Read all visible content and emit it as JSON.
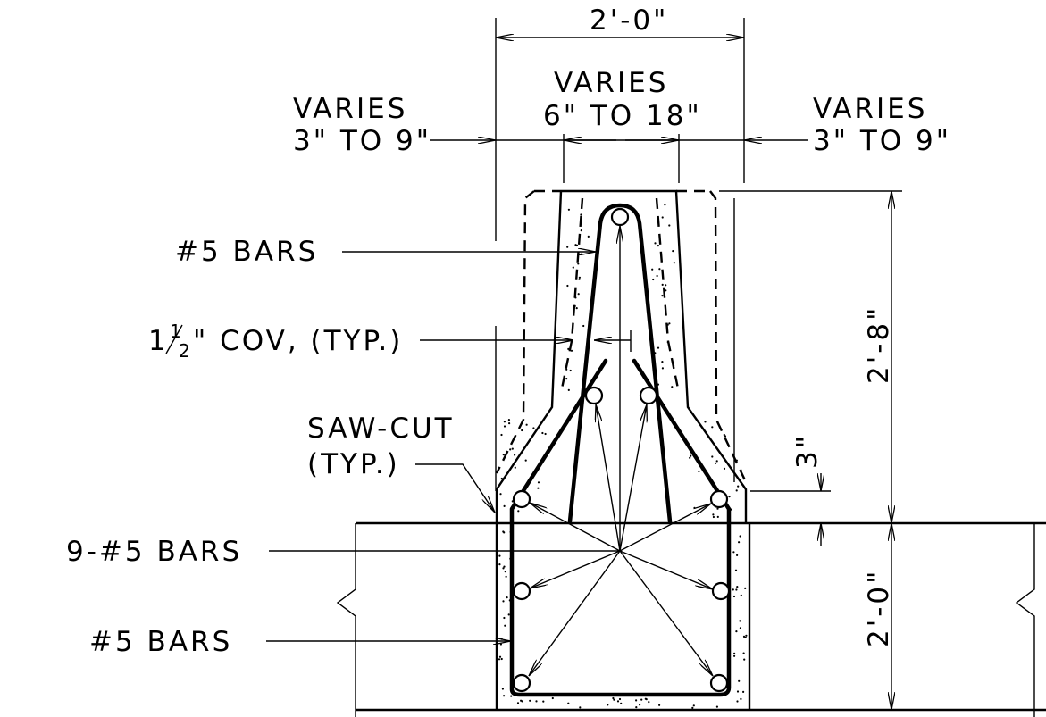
{
  "dimensions": {
    "top_width": "2'-0\"",
    "center_varies_line1": "VARIES",
    "center_varies_line2": "6\" TO 18\"",
    "left_varies_line1": "VARIES",
    "left_varies_line2": "3\" TO 9\"",
    "right_varies_line1": "VARIES",
    "right_varies_line2": "3\" TO 9\"",
    "upper_height": "2'-8\"",
    "lower_height": "2'-0\"",
    "offset": "3\""
  },
  "labels": {
    "bars_top": "#5 BARS",
    "cover_prefix": "1",
    "cover_num": "1",
    "cover_den": "2",
    "cover_suffix": "\" COV, (TYP.)",
    "sawcut_line1": "SAW-CUT",
    "sawcut_line2": "(TYP.)",
    "nine_bars": "9-#5 BARS",
    "bars_bottom": "#5 BARS"
  }
}
